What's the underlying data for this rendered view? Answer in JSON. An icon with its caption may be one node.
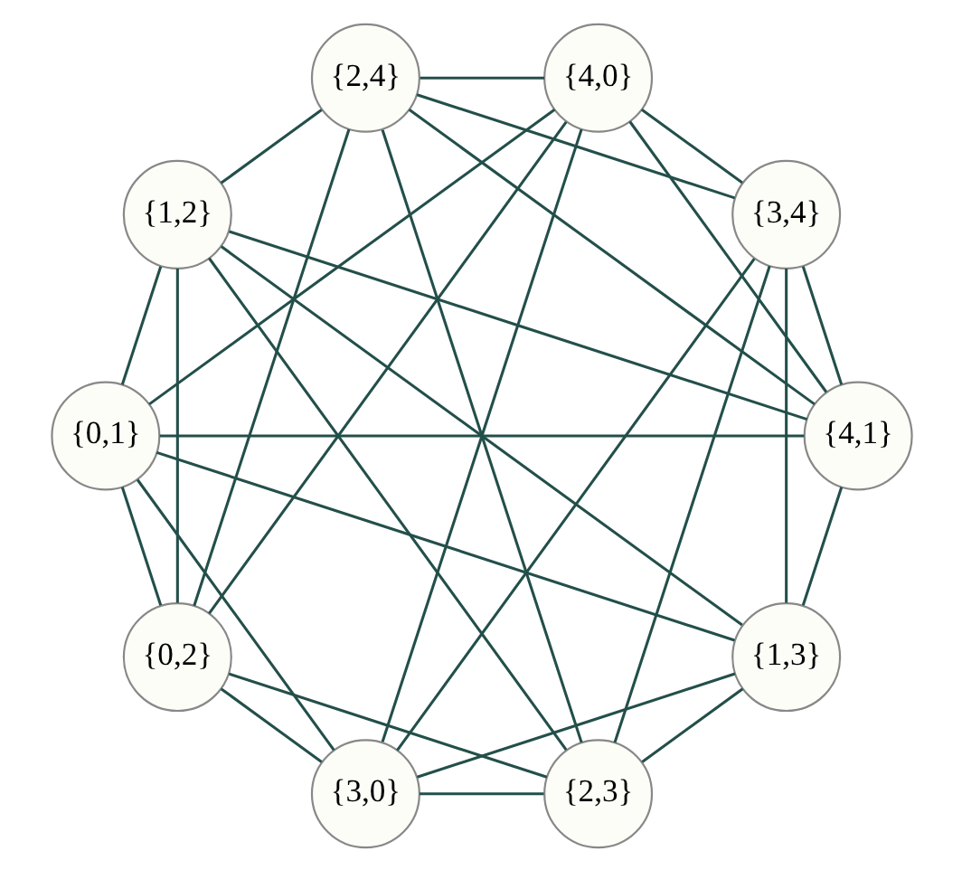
{
  "diagram": {
    "nodes": [
      {
        "text": [
          "{0,1}"
        ]
      },
      {
        "text": [
          "{4,1}"
        ]
      },
      {
        "text": [
          "{0,2}"
        ]
      },
      {
        "text": [
          "{4,0}"
        ]
      },
      {
        "text": [
          "{1,2}"
        ]
      },
      {
        "text": [
          "{3,0}"
        ]
      },
      {
        "text": [
          "{1,3}"
        ]
      },
      {
        "text": [
          "{3,4}"
        ]
      },
      {
        "text": [
          "{2,3}"
        ]
      },
      {
        "text": [
          "{2,4}"
        ]
      }
    ],
    "edges": [
      {
        "from": 0,
        "to": 1,
        "arrow": "none"
      },
      {
        "from": 0,
        "to": 2,
        "arrow": "none"
      },
      {
        "from": 0,
        "to": 3,
        "arrow": "none"
      },
      {
        "from": 0,
        "to": 4,
        "arrow": "none"
      },
      {
        "from": 0,
        "to": 5,
        "arrow": "none"
      },
      {
        "from": 0,
        "to": 6,
        "arrow": "none"
      },
      {
        "from": 1,
        "to": 3,
        "arrow": "none"
      },
      {
        "from": 1,
        "to": 4,
        "arrow": "none"
      },
      {
        "from": 1,
        "to": 6,
        "arrow": "none"
      },
      {
        "from": 1,
        "to": 7,
        "arrow": "none"
      },
      {
        "from": 1,
        "to": 9,
        "arrow": "none"
      },
      {
        "from": 2,
        "to": 3,
        "arrow": "none"
      },
      {
        "from": 2,
        "to": 4,
        "arrow": "none"
      },
      {
        "from": 2,
        "to": 5,
        "arrow": "none"
      },
      {
        "from": 2,
        "to": 8,
        "arrow": "none"
      },
      {
        "from": 2,
        "to": 9,
        "arrow": "none"
      },
      {
        "from": 3,
        "to": 5,
        "arrow": "none"
      },
      {
        "from": 3,
        "to": 7,
        "arrow": "none"
      },
      {
        "from": 3,
        "to": 9,
        "arrow": "none"
      },
      {
        "from": 4,
        "to": 6,
        "arrow": "none"
      },
      {
        "from": 4,
        "to": 8,
        "arrow": "none"
      },
      {
        "from": 4,
        "to": 9,
        "arrow": "none"
      },
      {
        "from": 5,
        "to": 6,
        "arrow": "none"
      },
      {
        "from": 5,
        "to": 7,
        "arrow": "none"
      },
      {
        "from": 5,
        "to": 8,
        "arrow": "none"
      },
      {
        "from": 6,
        "to": 7,
        "arrow": "none"
      },
      {
        "from": 6,
        "to": 8,
        "arrow": "none"
      },
      {
        "from": 7,
        "to": 8,
        "arrow": "none"
      },
      {
        "from": 7,
        "to": 9,
        "arrow": "none"
      },
      {
        "from": 8,
        "to": 9,
        "arrow": "none"
      }
    ]
  }
}
